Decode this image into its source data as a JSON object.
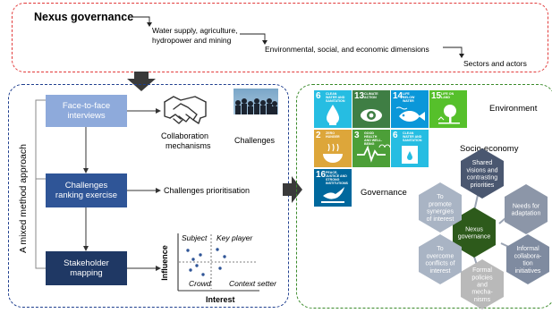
{
  "nexus": {
    "title": "Nexus governance",
    "step1": "Water supply, agriculture,",
    "step1b": "hydropower and mining",
    "step2": "Environmental, social, and economic dimensions",
    "step3": "Sectors and actors"
  },
  "left": {
    "vertical_label": "A mixed method approach",
    "box1": "Face-to-face interviews",
    "box2a": "Challenges",
    "box2b": "ranking exercise",
    "box3a": "Stakeholder",
    "box3b": "mapping",
    "collab_a": "Collaboration",
    "collab_b": "mechanisms",
    "challenges": "Challenges",
    "prioritisation": "Challenges prioritisation"
  },
  "matrix": {
    "y_label": "Influence",
    "x_label": "Interest",
    "q_subject": "Subject",
    "q_key": "Key player",
    "q_crowd": "Crowd",
    "q_context": "Context setter"
  },
  "right": {
    "environment": "Environment",
    "socio": "Socio-economy",
    "governance": "Governance"
  },
  "sdgs": [
    {
      "num": "6",
      "label": "CLEAN WATER AND SANITATION",
      "color": "#26bde2"
    },
    {
      "num": "13",
      "label": "CLIMATE ACTION",
      "color": "#3f7e44"
    },
    {
      "num": "14",
      "label": "LIFE BELOW WATER",
      "color": "#0a97d9"
    },
    {
      "num": "15",
      "label": "LIFE ON LAND",
      "color": "#56c02b"
    },
    {
      "num": "2",
      "label": "ZERO HUNGER",
      "color": "#dda63a"
    },
    {
      "num": "3",
      "label": "GOOD HEALTH AND WELL-BEING",
      "color": "#4c9f38"
    },
    {
      "num": "6",
      "label": "CLEAN WATER AND SANITATION",
      "color": "#26bde2"
    },
    {
      "num": "16",
      "label": "PEACE, JUSTICE AND STRONG INSTITUTIONS",
      "color": "#00689d"
    }
  ],
  "hexes": {
    "center": [
      "Nexus",
      "governance"
    ],
    "shared": [
      "Shared",
      "visions and",
      "contrasting",
      "priorities"
    ],
    "needs": [
      "Needs for",
      "adaptation"
    ],
    "informal": [
      "Informal",
      "collabora-",
      "tion",
      "initiatives"
    ],
    "formal": [
      "Formal",
      "policies",
      "and",
      "mecha-",
      "nisms"
    ],
    "overcome": [
      "To",
      "overcome",
      "conflicts of",
      "interest"
    ],
    "promote": [
      "To",
      "promote",
      "synergies",
      "of interest"
    ]
  },
  "colors": {
    "red_dash": "#e23b3b",
    "blue_dash": "#1f3f8f",
    "green_dash": "#3a8a2a",
    "box_light": "#8eaadb",
    "box_mid": "#2f5597",
    "box_dark": "#1f3864",
    "hex_grey": "#8c96a8",
    "hex_green": "#2d5a1b"
  }
}
